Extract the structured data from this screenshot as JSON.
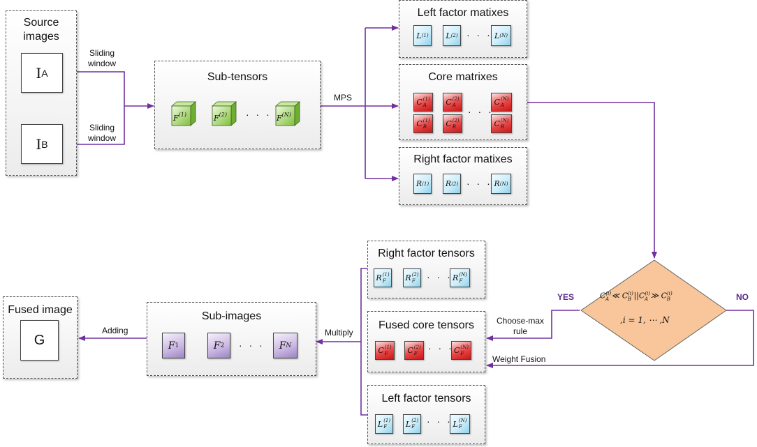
{
  "source": {
    "title": "Source images",
    "image_a": {
      "letter": "I",
      "sub": "A"
    },
    "image_b": {
      "letter": "I",
      "sub": "B"
    }
  },
  "labels": {
    "sliding_window": "Sliding window",
    "mps": "MPS",
    "yes": "YES",
    "no": "NO",
    "choose_max": "Choose-max rule",
    "weight_fusion": "Weight Fusion",
    "multiply": "Multiply",
    "adding": "Adding",
    "ellipsis": "· · ·"
  },
  "subtensors": {
    "title": "Sub-tensors",
    "items": [
      "F(1)",
      "F(2)",
      "F(N)"
    ]
  },
  "left_factor": {
    "title": "Left factor matixes",
    "items": [
      "L(1)",
      "L(2)",
      "L(N)"
    ]
  },
  "core": {
    "title": "Core matrixes",
    "row_a": [
      "CA(1)",
      "CA(2)",
      "CA(N)"
    ],
    "row_b": [
      "CB(1)",
      "CB(2)",
      "CB(N)"
    ]
  },
  "right_factor": {
    "title": "Right factor matixes",
    "items": [
      "R(1)",
      "R(2)",
      "R(N)"
    ]
  },
  "decision": {
    "line1": "C_A^(i) ≪ C_B^(i) ||C_A^(i) ≫ C_B^(i)",
    "line2": ",i = 1, ⋯ ,N"
  },
  "right_tensors": {
    "title": "Right factor tensors",
    "items": [
      "RF(1)",
      "RF(2)",
      "RF(N)"
    ]
  },
  "fused_core": {
    "title": "Fused core tensors",
    "items": [
      "CF(1)",
      "CF(2)",
      "CF(N)"
    ]
  },
  "left_tensors": {
    "title": "Left factor tensors",
    "items": [
      "LF(1)",
      "LF(2)",
      "LF(N)"
    ]
  },
  "subimages": {
    "title": "Sub-images",
    "items": [
      "F1",
      "F2",
      "FN"
    ]
  },
  "fused": {
    "title": "Fused image",
    "letter": "G"
  },
  "colors": {
    "arrow": "#7030a0",
    "blue": "#9ad6f0",
    "red": "#e43c3c",
    "green": "#92d050",
    "purple": "#b4a0d6",
    "diamond": "#f8c69a"
  }
}
